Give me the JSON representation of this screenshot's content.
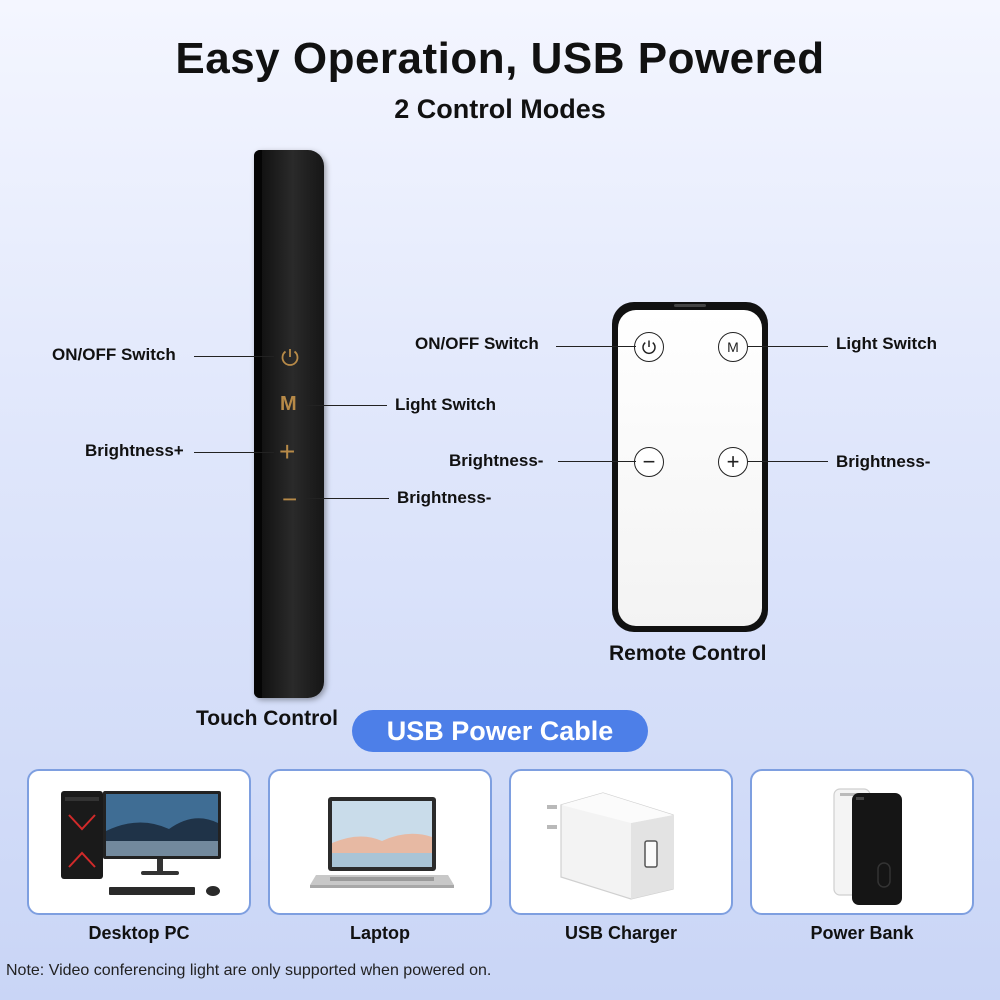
{
  "header": {
    "title": "Easy Operation, USB Powered",
    "subtitle": "2 Control Modes"
  },
  "touch_control": {
    "caption": "Touch Control",
    "labels": {
      "power": "ON/OFF Switch",
      "mode": "Light Switch",
      "plus": "Brightness+",
      "minus": "Brightness-"
    },
    "glyphs": {
      "mode": "M",
      "plus": "+",
      "minus": "−"
    },
    "accent_color": "#b78a48"
  },
  "remote_control": {
    "caption": "Remote Control",
    "labels": {
      "power": "ON/OFF Switch",
      "mode": "Light Switch",
      "minus": "Brightness-",
      "plus": "Brightness-"
    },
    "glyphs": {
      "mode": "M",
      "minus": "−",
      "plus": "+"
    }
  },
  "usb_section": {
    "pill_label": "USB Power Cable",
    "pill_color": "#4d7fe8",
    "devices": [
      {
        "name": "Desktop PC",
        "icon": "desktop-pc-icon"
      },
      {
        "name": "Laptop",
        "icon": "laptop-icon"
      },
      {
        "name": "USB Charger",
        "icon": "usb-charger-icon"
      },
      {
        "name": "Power Bank",
        "icon": "power-bank-icon"
      }
    ]
  },
  "footer": {
    "note": "Note:  Video conferencing light are only supported when powered on."
  }
}
